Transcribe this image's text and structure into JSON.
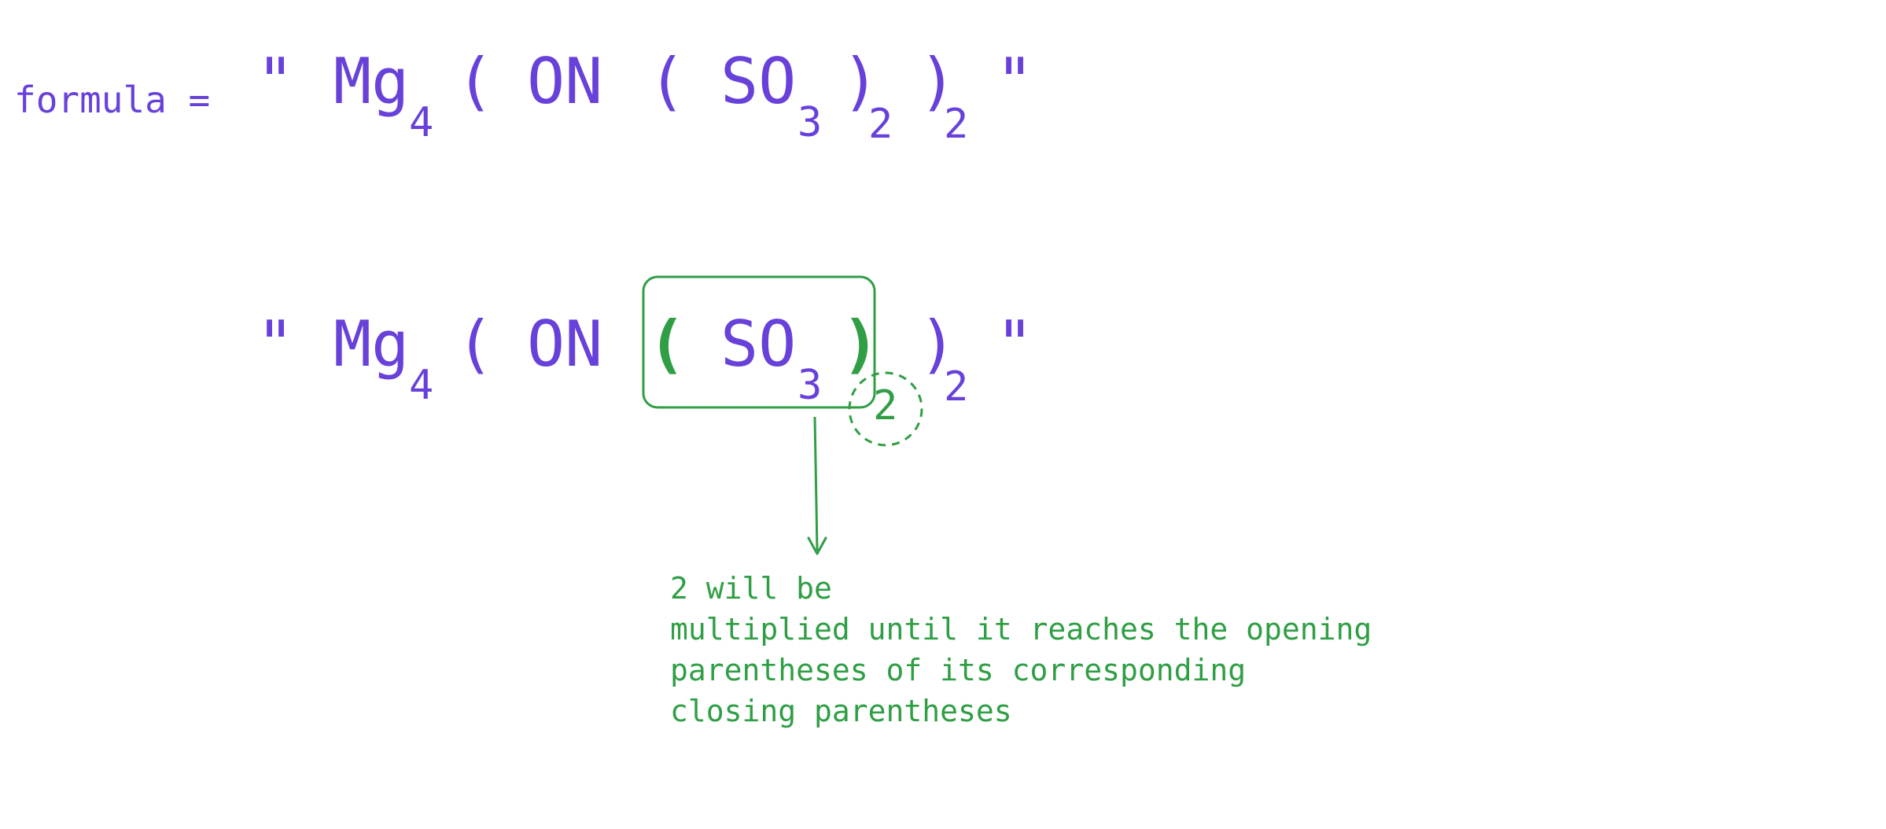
{
  "label": "formula =",
  "tokens": {
    "quote": "\"",
    "mg": "Mg",
    "mg_sub": "4",
    "open": "(",
    "on": "ON",
    "so": "SO",
    "so_sub": "3",
    "close": ")",
    "inner_sub": "2",
    "outer_sub": "2"
  },
  "annotation": {
    "circled": "2",
    "line1": "2 will be",
    "line2": "multiplied until it reaches the opening",
    "line3": "parentheses of its corresponding",
    "line4": "closing parentheses"
  },
  "colors": {
    "formula": "#6741d9",
    "annotation": "#2f9e44"
  }
}
